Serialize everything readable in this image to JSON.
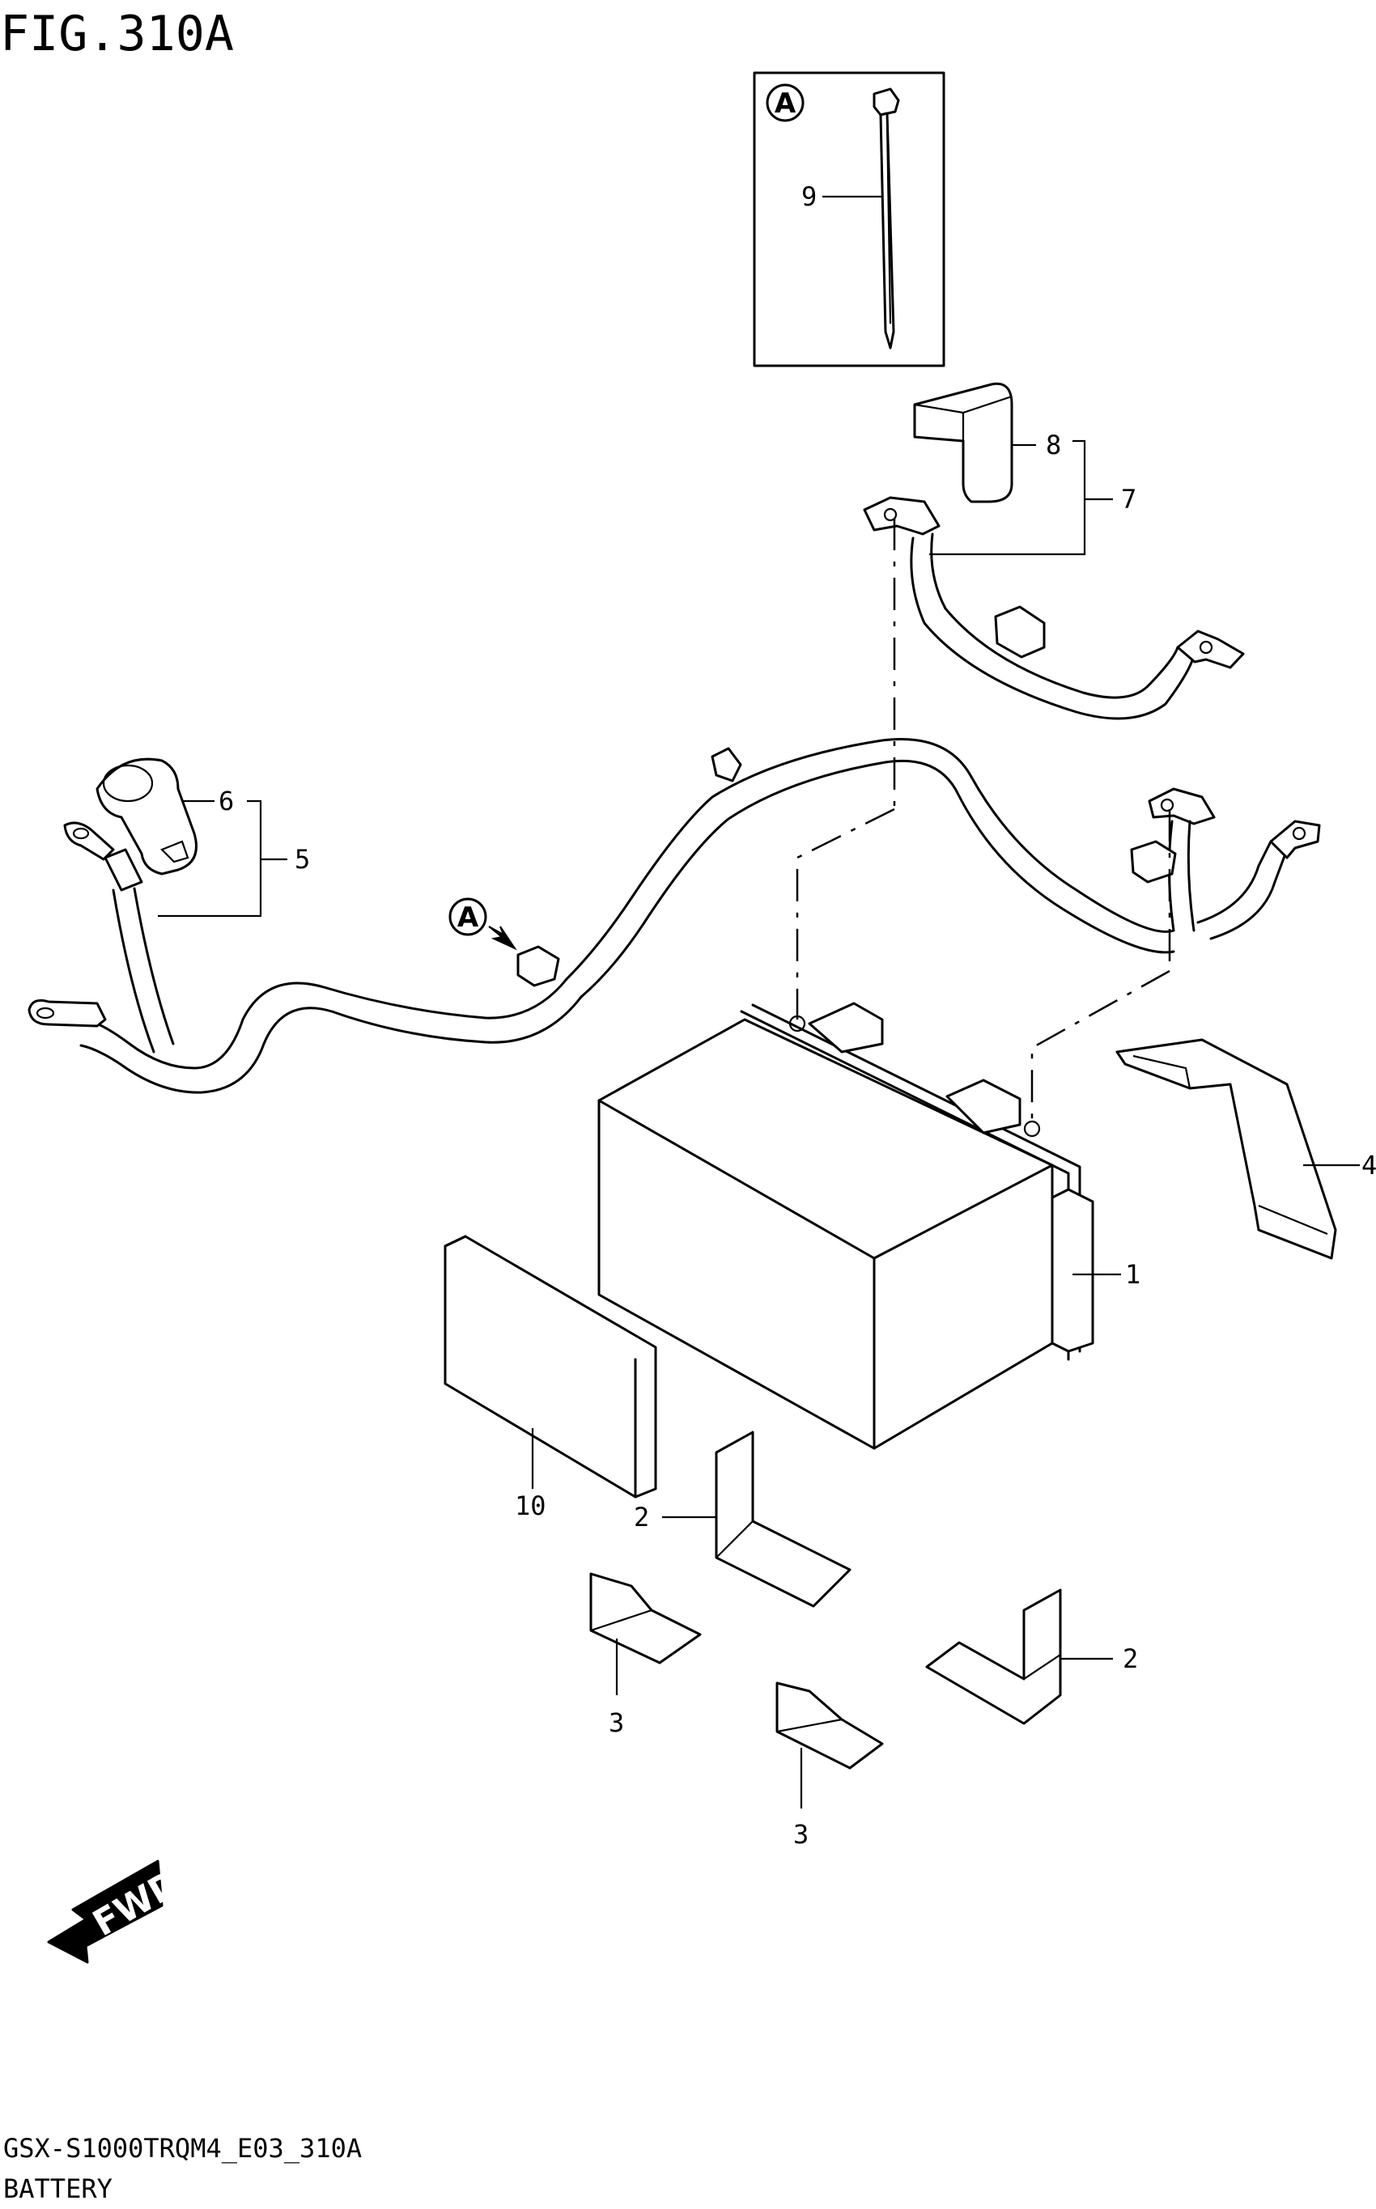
{
  "figure": {
    "title": "FIG.310A",
    "model_code": "GSX-S1000TRQM4_E03_310A",
    "section": "BATTERY"
  },
  "detail_box": {
    "marker": "A",
    "callout": "9"
  },
  "arrow_marker": "A",
  "direction_label": "FWD",
  "callouts": [
    {
      "id": "c1",
      "label": "1"
    },
    {
      "id": "c2a",
      "label": "2"
    },
    {
      "id": "c2b",
      "label": "2"
    },
    {
      "id": "c3a",
      "label": "3"
    },
    {
      "id": "c3b",
      "label": "3"
    },
    {
      "id": "c4",
      "label": "4"
    },
    {
      "id": "c5",
      "label": "5"
    },
    {
      "id": "c6",
      "label": "6"
    },
    {
      "id": "c7",
      "label": "7"
    },
    {
      "id": "c8",
      "label": "8"
    },
    {
      "id": "c10",
      "label": "10"
    }
  ]
}
